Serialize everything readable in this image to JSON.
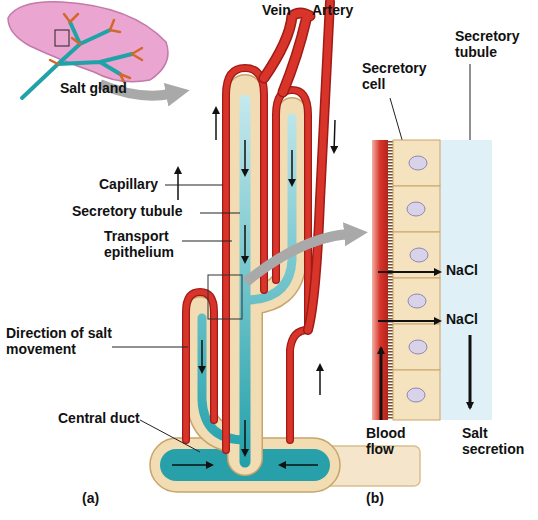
{
  "diagram": {
    "labels": [
      "Vein",
      "Artery",
      "Secretory tubule",
      "Secretory cell",
      "Salt gland",
      "Capillary",
      "Secretory tubule",
      "Transport epithelium",
      "NaCl",
      "NaCl",
      "Direction of salt movement",
      "Central duct",
      "Blood flow",
      "Salt secretion",
      "(a)",
      "(b)"
    ]
  }
}
